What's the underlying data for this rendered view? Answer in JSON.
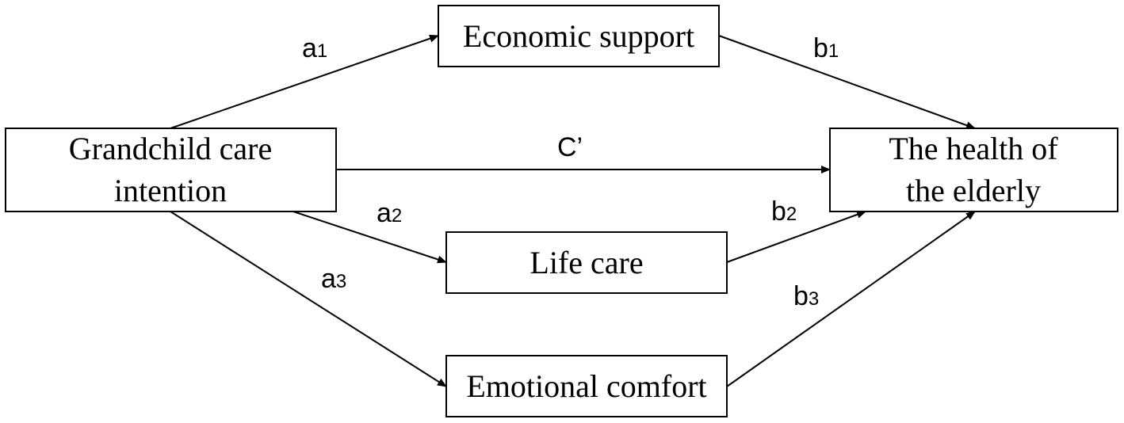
{
  "nodes": {
    "grandchild_care": {
      "lines": [
        "Grandchild care",
        "intention"
      ]
    },
    "economic_support": {
      "lines": [
        "Economic support"
      ]
    },
    "life_care": {
      "lines": [
        "Life care"
      ]
    },
    "emotional_comfort": {
      "lines": [
        "Emotional comfort"
      ]
    },
    "health": {
      "lines": [
        "The health of",
        "the elderly"
      ]
    }
  },
  "edges": {
    "a1": {
      "label": "a",
      "sub": "1"
    },
    "a2": {
      "label": "a",
      "sub": "2"
    },
    "a3": {
      "label": "a",
      "sub": "3"
    },
    "b1": {
      "label": "b",
      "sub": "1"
    },
    "b2": {
      "label": "b",
      "sub": "2"
    },
    "b3": {
      "label": "b",
      "sub": "3"
    },
    "c_prime": {
      "label": "C’"
    }
  },
  "colors": {
    "stroke": "#000000",
    "background": "#ffffff"
  }
}
